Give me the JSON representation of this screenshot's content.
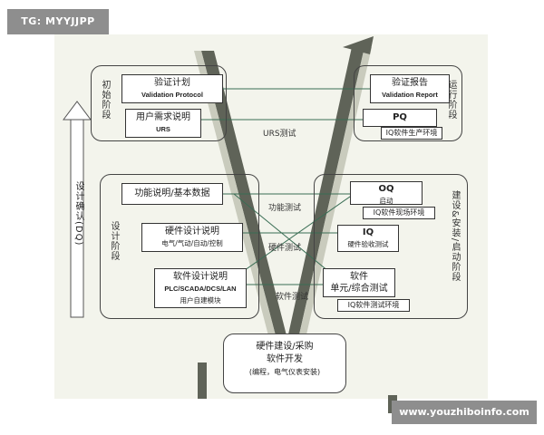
{
  "tag": "TG: MYYJJPP",
  "watermark": "www.youzhiboinfo.com",
  "left_axis_label": "设计确认(DQ)",
  "phases": {
    "initial": "初始阶段",
    "design": "设计阶段",
    "operation": "运行阶段",
    "install": "建设&安装/启动阶段"
  },
  "boxes": {
    "vp_cn": "验证计划",
    "vp_en": "Validation Protocol",
    "urs_cn": "用户需求说明",
    "urs_en": "URS",
    "fs": "功能说明/基本数据",
    "hds_title": "硬件设计说明",
    "hds_sub": "电气/气动/自动/控制",
    "sds_title": "软件设计说明",
    "sds_en": "PLC/SCADA/DCS/LAN",
    "sds_sub": "用户自建模块",
    "build_1": "硬件建设/采购",
    "build_2": "软件开发",
    "build_3": "(编程，电气仪表安装)",
    "vr_cn": "验证报告",
    "vr_en": "Validation Report",
    "pq": "PQ",
    "pq_sub": "IQ软件生产环境",
    "oq": "OQ",
    "oq_sub1": "启动",
    "oq_sub2": "IQ软件现场环境",
    "iq": "IQ",
    "iq_sub": "硬件验收测试",
    "sw_1": "软件",
    "sw_2": "单元/综合测试",
    "sw_sub": "IQ软件测试环境"
  },
  "links": {
    "urs_test": "URS测试",
    "func_test": "功能测试",
    "hw_test": "硬件测试",
    "sw_test": "软件测试"
  }
}
